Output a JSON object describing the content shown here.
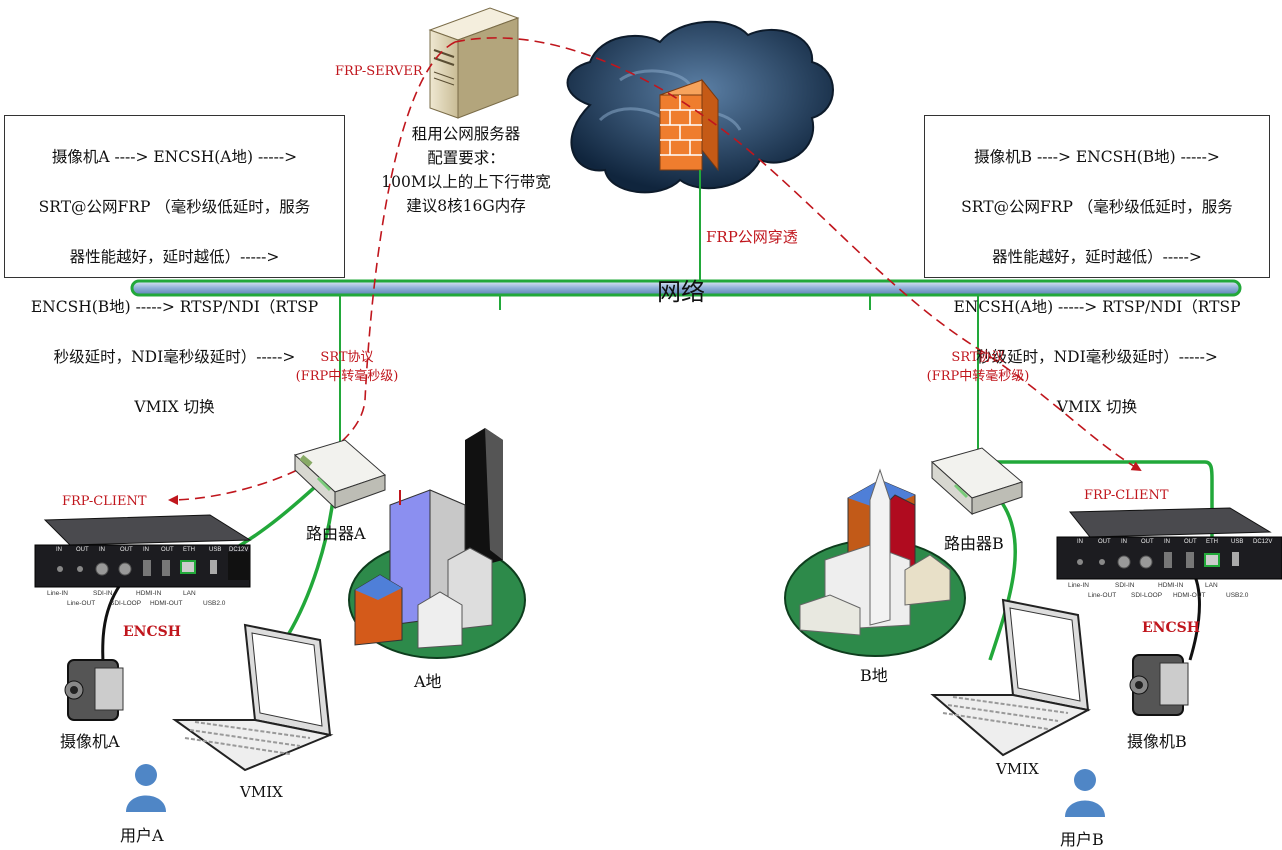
{
  "boxes": {
    "left_lines": [
      "摄像机A ----> ENCSH(A地) ----->",
      "SRT@公网FRP （毫秒级低延时，服务",
      "器性能越好，延时越低）----->",
      "ENCSH(B地) -----> RTSP/NDI（RTSP",
      "秒级延时，NDI毫秒级延时）----->",
      "VMIX 切换"
    ],
    "right_lines": [
      "摄像机B ----> ENCSH(B地) ----->",
      "SRT@公网FRP （毫秒级低延时，服务",
      "器性能越好，延时越低）----->",
      "ENCSH(A地) -----> RTSP/NDI（RTSP",
      "秒级延时，NDI毫秒级延时）----->",
      "VMIX 切换"
    ]
  },
  "server": {
    "frp_server_label": "FRP-SERVER",
    "desc_lines": [
      "租用公网服务器",
      "配置要求：",
      "100M以上的上下行带宽",
      "建议8核16G内存"
    ]
  },
  "cloud": {
    "penetration_label": "FRP公网穿透"
  },
  "network": {
    "label": "网络"
  },
  "srt": {
    "left_line1": "SRT协议",
    "left_line2": "(FRP中转毫秒级)",
    "right_line1": "SRT协议",
    "right_line2": "(FRP中转毫秒级)"
  },
  "site_a": {
    "router_label": "路由器A",
    "frp_client_label": "FRP-CLIENT",
    "encoder_label": "ENCSH",
    "camera_label": "摄像机A",
    "vmix_label": "VMIX",
    "user_label": "用户A",
    "place_label": "A地"
  },
  "site_b": {
    "router_label": "路由器B",
    "frp_client_label": "FRP-CLIENT",
    "encoder_label": "ENCSH",
    "camera_label": "摄像机B",
    "vmix_label": "VMIX",
    "user_label": "用户B",
    "place_label": "B地"
  },
  "encoder_ports": {
    "top": [
      "IN",
      "OUT",
      "IN",
      "OUT",
      "IN",
      "OUT",
      "ETH",
      "USB",
      "DC12V"
    ],
    "bottom": [
      "Line-IN",
      "Line-OUT",
      "SDI-IN",
      "SDI-LOOP",
      "HDMI-IN",
      "HDMI-OUT",
      "LAN",
      "USB2.0"
    ]
  },
  "colors": {
    "line_green": "#22a83a",
    "arrow_red": "#c0161d",
    "bar_blue": "#9fb9dd",
    "user_blue": "#4f86c6"
  }
}
